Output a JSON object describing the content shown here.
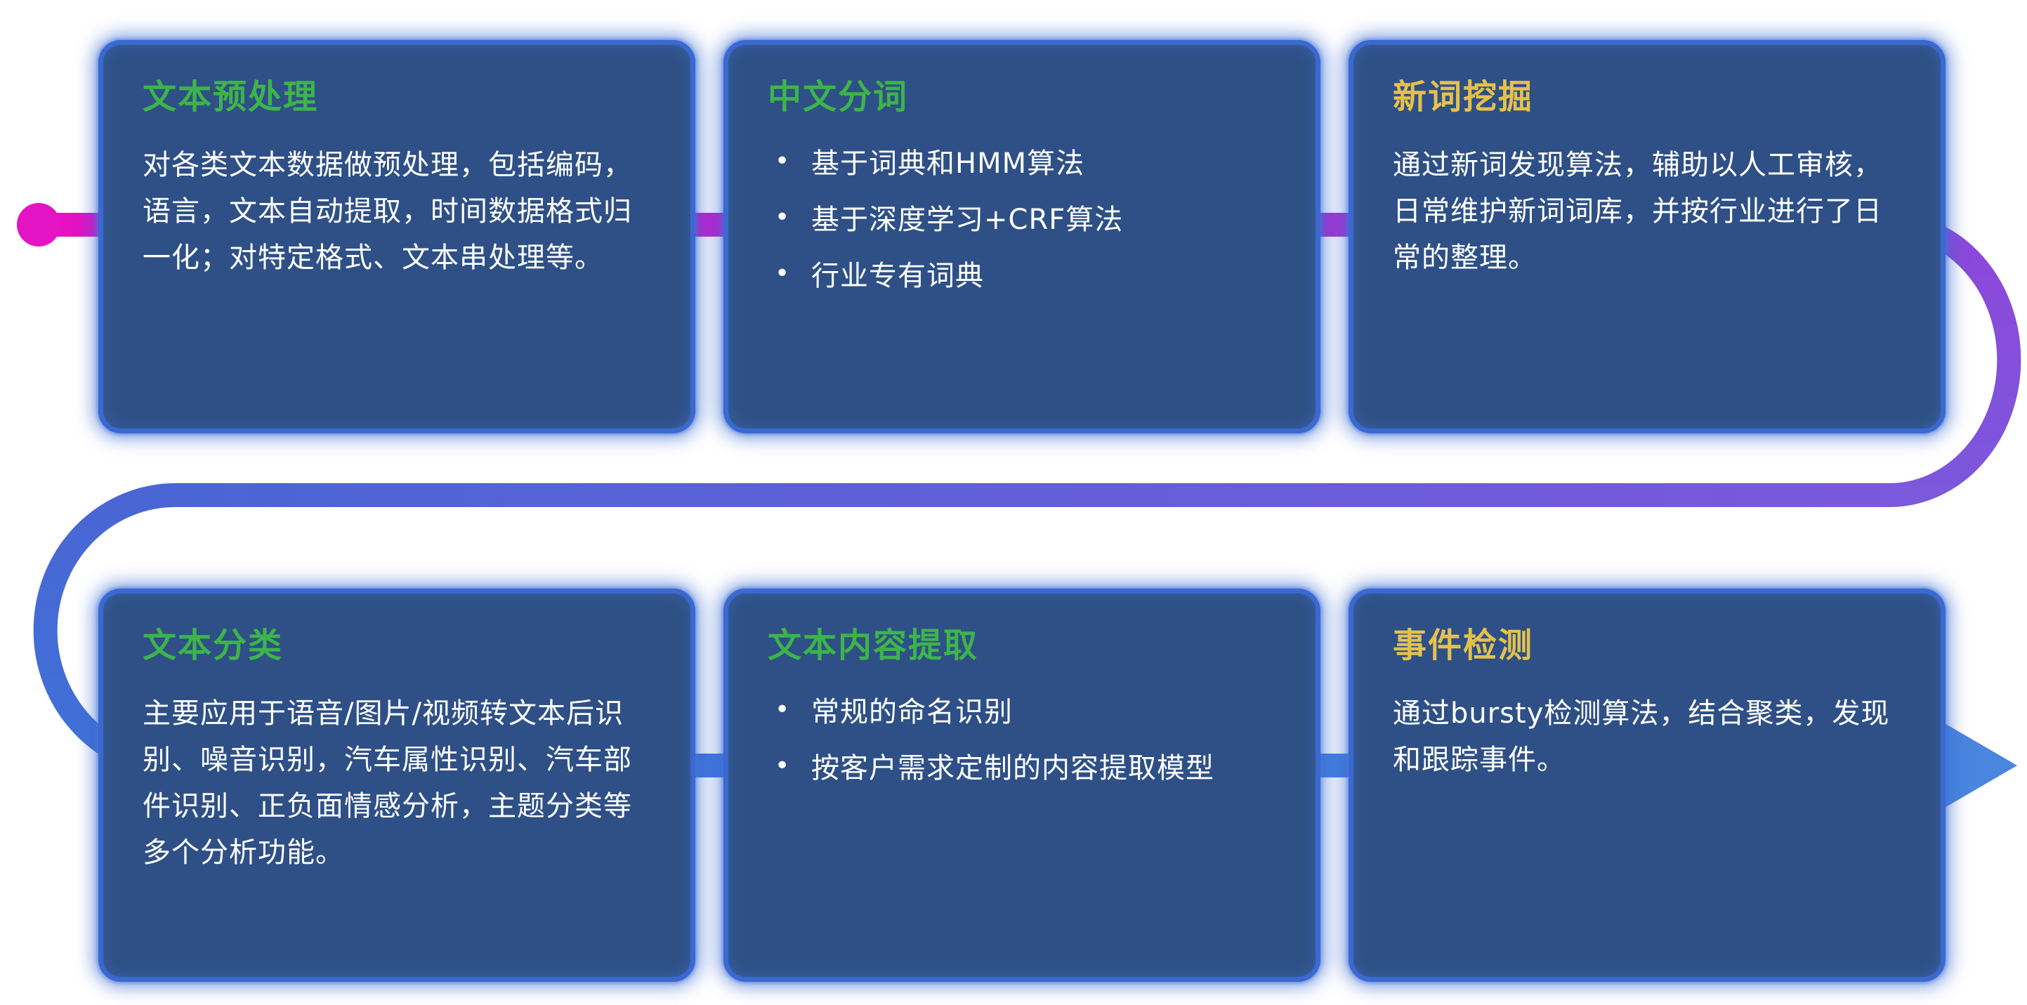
{
  "palette": {
    "card_background": "#2E5086",
    "card_border": "#3A69CF",
    "card_glow": "#3565CC",
    "title_green": "#3DB44B",
    "title_yellow": "#E5C14B",
    "body_text": "#FFFFFF",
    "flow_magenta_start": "#E611C3",
    "flow_purple_mid": "#8E46DA",
    "flow_blue_end": "#4A86E0"
  },
  "flow": {
    "start_dot_icon": "flow-start-dot",
    "arrow_icon": "flow-arrow-right",
    "direction": "top row left-to-right, curve down on right, middle return right-to-left, curve down on left, bottom row left-to-right to arrow"
  },
  "cards": [
    {
      "id": "text-preprocessing",
      "title": "文本预处理",
      "title_color": "green",
      "type": "paragraph",
      "body": "对各类文本数据做预处理，包括编码，语言，文本自动提取，时间数据格式归一化；对特定格式、文本串处理等。"
    },
    {
      "id": "chinese-word-segmentation",
      "title": "中文分词",
      "title_color": "green",
      "type": "bullets",
      "bullets": [
        "基于词典和HMM算法",
        "基于深度学习+CRF算法",
        "行业专有词典"
      ]
    },
    {
      "id": "new-word-mining",
      "title": "新词挖掘",
      "title_color": "yellow",
      "type": "paragraph",
      "body": "通过新词发现算法，辅助以人工审核，日常维护新词词库，并按行业进行了日常的整理。"
    },
    {
      "id": "text-classification",
      "title": "文本分类",
      "title_color": "green",
      "type": "paragraph",
      "body": "主要应用于语音/图片/视频转文本后识别、噪音识别，汽车属性识别、汽车部件识别、正负面情感分析，主题分类等多个分析功能。"
    },
    {
      "id": "text-content-extraction",
      "title": "文本内容提取",
      "title_color": "green",
      "type": "bullets",
      "bullets": [
        "常规的命名识别",
        "按客户需求定制的内容提取模型"
      ]
    },
    {
      "id": "event-detection",
      "title": "事件检测",
      "title_color": "yellow",
      "type": "paragraph",
      "body": "通过bursty检测算法，结合聚类，发现和跟踪事件。"
    }
  ]
}
